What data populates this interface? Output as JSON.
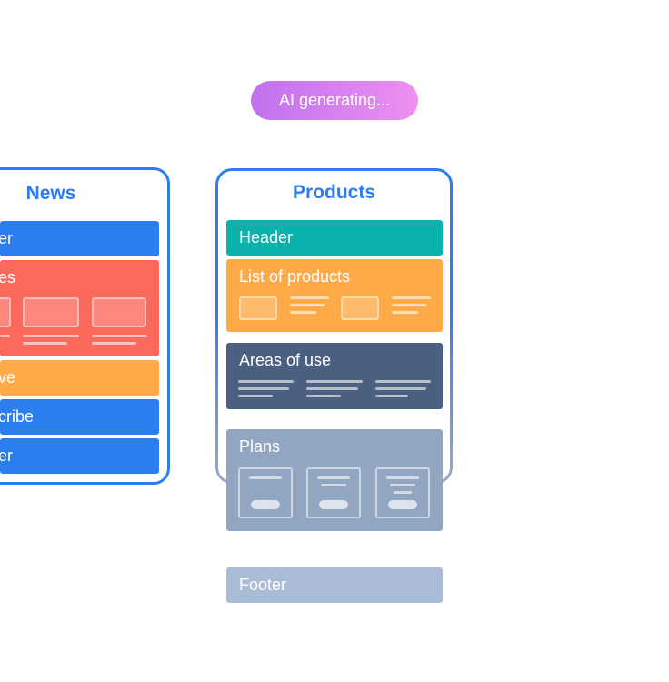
{
  "status_pill": "AI generating...",
  "news": {
    "title": "News",
    "blocks": [
      {
        "label": "er",
        "color": "#2b7df0"
      },
      {
        "label": "es",
        "color": "#fb695d"
      },
      {
        "label": "ve",
        "color": "#ffaa48"
      },
      {
        "label": "cribe",
        "color": "#2b7df0"
      },
      {
        "label": "er",
        "color": "#2b7df0"
      }
    ]
  },
  "products": {
    "title": "Products",
    "blocks": [
      {
        "label": "Header",
        "color": "#0bb2ab"
      },
      {
        "label": "List of products",
        "color": "#ffaa48"
      },
      {
        "label": "Areas of use",
        "color": "#4b5f80"
      },
      {
        "label": "Plans",
        "color": "#92a5c1"
      },
      {
        "label": "Footer",
        "color": "#aabbd6"
      }
    ]
  }
}
